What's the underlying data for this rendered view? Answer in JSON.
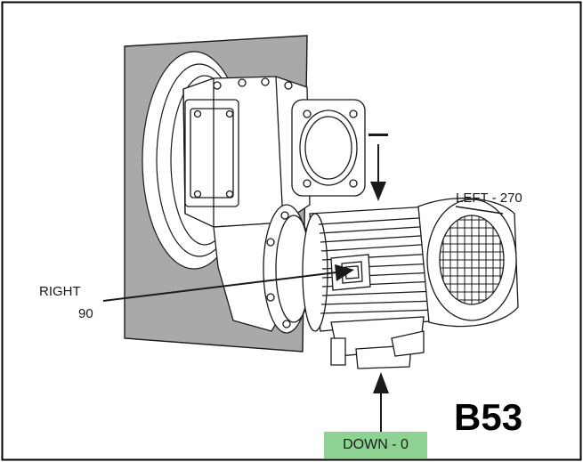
{
  "figure": {
    "mount_code": "B53",
    "directions": {
      "left": "LEFT - 270",
      "right_word": "RIGHT",
      "right_degrees": "90",
      "down": "DOWN - 0"
    }
  },
  "colors": {
    "down_label_background": "#8fd394",
    "wall_plate": "#a9a9a9",
    "outline": "#1a1a1a",
    "frame_border": "#000000"
  }
}
